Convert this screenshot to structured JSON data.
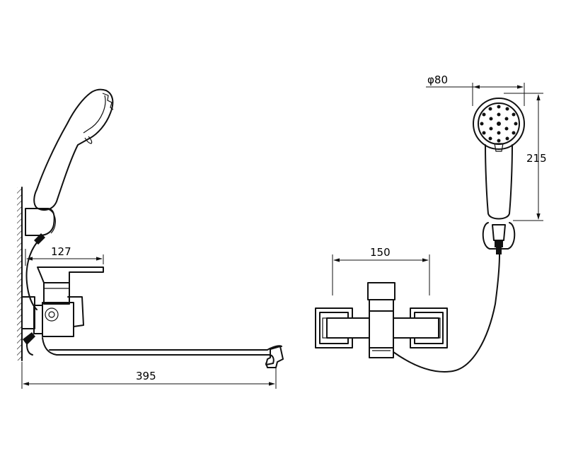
{
  "dimensions": {
    "spout_length": "395",
    "handle_reach": "127",
    "center_distance": "150",
    "head_diameter": "φ80",
    "handset_length": "215"
  }
}
